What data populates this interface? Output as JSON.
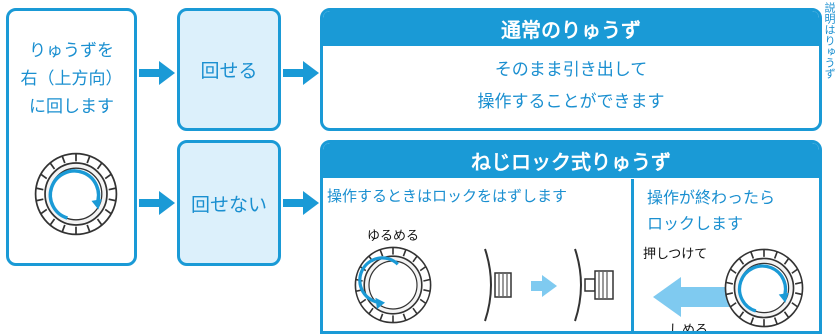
{
  "left_box": {
    "line1": "りゅうずを",
    "line2": "右（上方向）",
    "line3": "に回します"
  },
  "box_can_turn": {
    "label": "回せる"
  },
  "box_cannot_turn": {
    "label": "回せない"
  },
  "normal_crown": {
    "title": "通常のりゅうず",
    "line1": "そのまま引き出して",
    "line2": "操作することができます"
  },
  "screw_lock_crown": {
    "title": "ねじロック式りゅうず",
    "left_heading": "操作するときはロックをはずします",
    "loosen_label": "ゆるめる",
    "right_heading_line1": "操作が終わったら",
    "right_heading_line2": "ロックします",
    "press_label": "押しつけて",
    "tighten_label": "しめる"
  },
  "side_note": {
    "text": "説明はりゅうず"
  },
  "colors": {
    "accent": "#1a9ad6",
    "light_fill": "#dcf0fb",
    "arrow_light": "#7fcaf0"
  }
}
